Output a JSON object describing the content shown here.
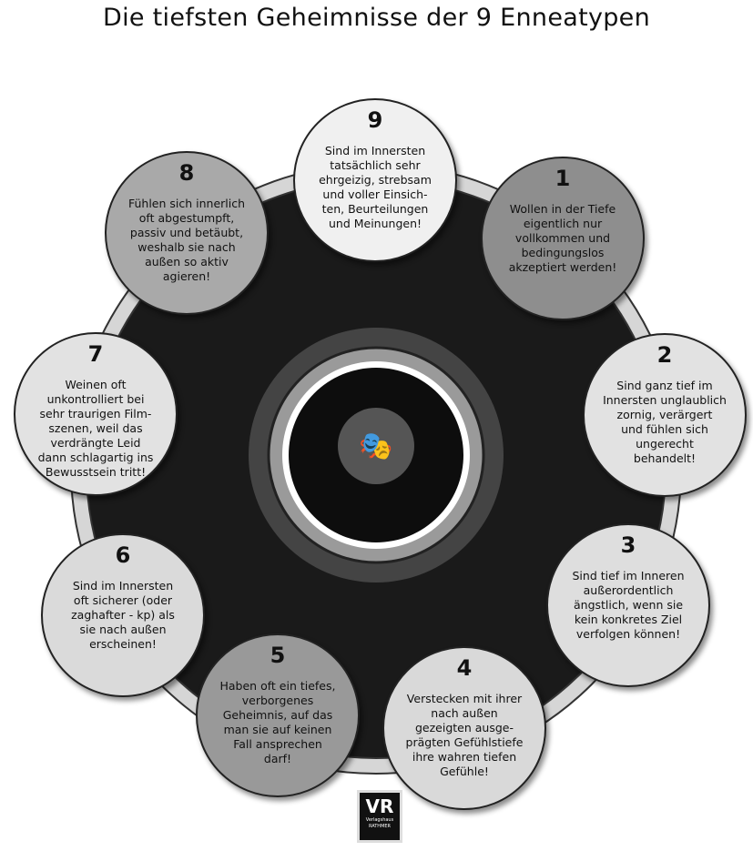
{
  "title": "Die tiefsten Geheimnisse der 9 Enneatypen",
  "types": [
    {
      "number": "9",
      "lines": [
        "Sind im Innersten",
        "tatsächlich sehr",
        "ehrgeizig, strebsam",
        "und voller Einsich-",
        "ten, Beurteilungen",
        "und Meinungen!"
      ],
      "fill": "#f0f0f0"
    },
    {
      "number": "1",
      "lines": [
        "Wollen in der Tiefe",
        "eigentlich nur",
        "vollkommen und",
        "bedingungslos",
        "akzeptiert werden!"
      ],
      "fill": "#8e8e8e"
    },
    {
      "number": "2",
      "lines": [
        "Sind ganz tief im",
        "Innersten unglaublich",
        "zornig, verärgert",
        "und fühlen sich",
        "ungerecht",
        "behandelt!"
      ],
      "fill": "#e2e2e2"
    },
    {
      "number": "3",
      "lines": [
        "Sind tief im Inneren",
        "außerordentlich",
        "ängstlich, wenn sie",
        "kein konkretes Ziel",
        "verfolgen können!"
      ],
      "fill": "#dedede"
    },
    {
      "number": "4",
      "lines": [
        "Verstecken mit ihrer",
        "nach außen",
        "gezeigten ausge-",
        "prägten Gefühlstiefe",
        "ihre wahren tiefen",
        "Gefühle!"
      ],
      "fill": "#d9d9d9"
    },
    {
      "number": "5",
      "lines": [
        "Haben oft ein tiefes,",
        "verborgenes",
        "Geheimnis, auf das",
        "man sie auf keinen",
        "Fall ansprechen",
        "darf!"
      ],
      "fill": "#999999"
    },
    {
      "number": "6",
      "lines": [
        "Sind im Innersten",
        "oft sicherer (oder",
        "zaghafter - kp) als",
        "sie nach außen",
        "erscheinen!"
      ],
      "fill": "#dadada"
    },
    {
      "number": "7",
      "lines": [
        "Weinen oft",
        "unkontrolliert bei",
        "sehr traurigen Film-",
        "szenen, weil das",
        "verdrängte Leid",
        "dann schlagartig ins",
        "Bewusstsein tritt!"
      ],
      "fill": "#e2e2e2"
    },
    {
      "number": "8",
      "lines": [
        "Fühlen sich innerlich",
        "oft abgestumpft,",
        "passiv und betäubt,",
        "weshalb sie nach",
        "außen so aktiv",
        "agieren!"
      ],
      "fill": "#a9a9a9"
    }
  ],
  "logo": {
    "mark": "VR",
    "line1": "Verlagshaus",
    "line2": "RATHMER"
  }
}
